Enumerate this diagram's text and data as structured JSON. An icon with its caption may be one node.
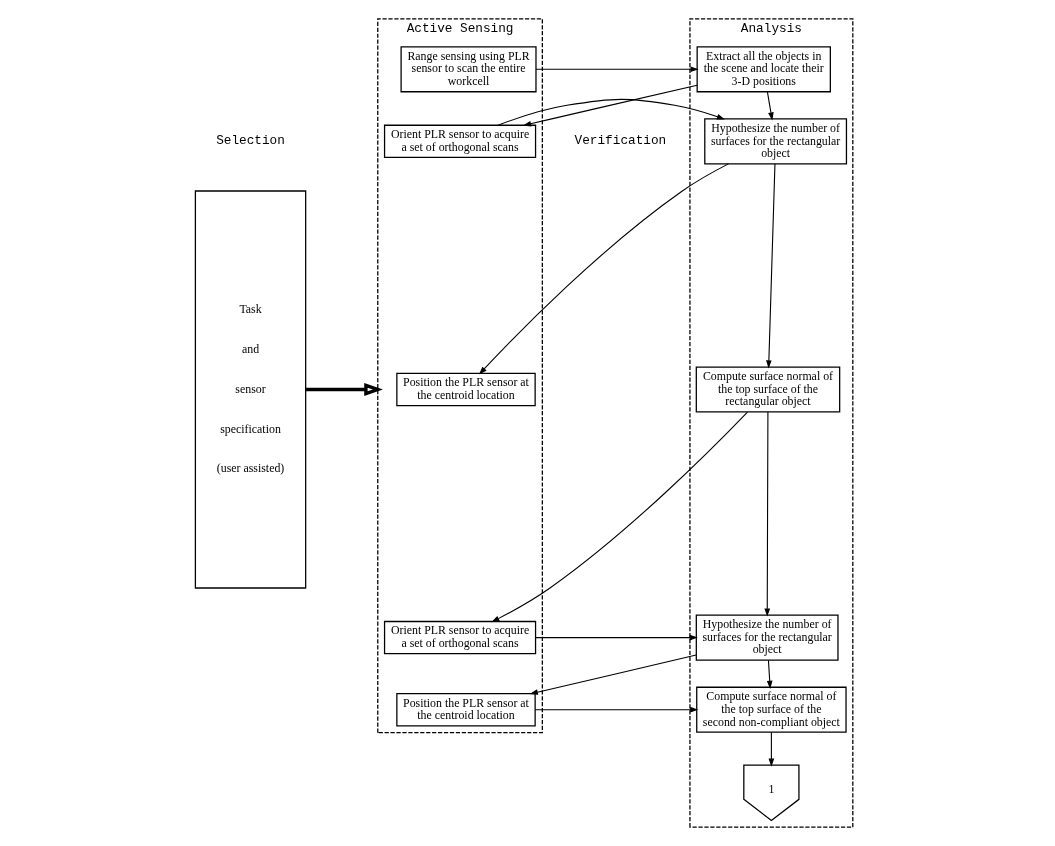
{
  "diagram": {
    "nodes": [
      {
        "text": [
          "Task and sensor specification (user assisted)"
        ]
      },
      {
        "text": [
          "Active Sensing"
        ]
      },
      {
        "text": [
          "Analysis"
        ]
      },
      {
        "text": [
          "Range sensing using PLR sensor to scan the entire workcell"
        ],
        "in": 1
      },
      {
        "text": [
          "Extract all the objects in the scene and locate their 3-D positions"
        ],
        "in": 2
      },
      {
        "text": [
          "Orient PLR sensor to acquire a set of orthogonal scans"
        ],
        "in": 1
      },
      {
        "text": [
          "Hypothesize the number of surfaces for the rectangular object"
        ],
        "in": 2
      },
      {
        "text": [
          "Position the PLR sensor at the centroid location"
        ],
        "in": 1
      },
      {
        "text": [
          "Compute surface normal of the top surface of the rectangular object"
        ],
        "in": 2
      },
      {
        "text": [
          "Orient PLR sensor to acquire a set of orthogonal scans"
        ],
        "in": 1
      },
      {
        "text": [
          "Hypothesize the number of surfaces for the rectangular object"
        ],
        "in": 2
      },
      {
        "text": [
          "Position the PLR sensor at the centroid location"
        ],
        "in": 1
      },
      {
        "text": [
          "Compute surface normal of the top surface of the second non-compliant object"
        ],
        "in": 2
      },
      {
        "text": [
          "1"
        ],
        "in": 2
      }
    ],
    "edges": [
      {
        "from": 0,
        "to": 1,
        "arrow": "to",
        "style": "thick"
      },
      {
        "from": 3,
        "to": 4,
        "arrow": "to"
      },
      {
        "from": 4,
        "to": 5,
        "arrow": "to"
      },
      {
        "from": 4,
        "to": 6,
        "arrow": "to"
      },
      {
        "from": 5,
        "to": 6,
        "arrow": "to"
      },
      {
        "from": 6,
        "to": 7,
        "arrow": "to"
      },
      {
        "from": 6,
        "to": 8,
        "arrow": "to"
      },
      {
        "from": 8,
        "to": 9,
        "arrow": "to"
      },
      {
        "from": 8,
        "to": 10,
        "arrow": "to"
      },
      {
        "from": 9,
        "to": 10,
        "arrow": "to"
      },
      {
        "from": 10,
        "to": 11,
        "arrow": "to"
      },
      {
        "from": 10,
        "to": 12,
        "arrow": "to"
      },
      {
        "from": 11,
        "to": 12,
        "arrow": "to"
      },
      {
        "from": 12,
        "to": 13,
        "arrow": "to"
      }
    ],
    "labels": [
      "Selection",
      "Verification"
    ]
  }
}
